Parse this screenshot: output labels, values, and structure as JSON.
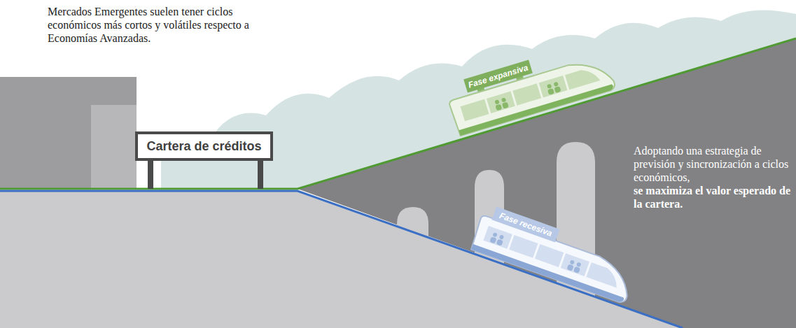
{
  "diagram": {
    "nodes": [
      {
        "text": [
          "Cartera de créditos"
        ]
      },
      {
        "text": [
          "Fase expansiva"
        ]
      },
      {
        "text": [
          "Fase recesiva"
        ]
      }
    ],
    "labels": [
      "Mercados Emergentes suelen tener ciclos económicos más cortos y volátiles respecto a Economías Avanzadas.",
      "Adoptando una estrategia de previsión y sincronización a ciclos económicos,",
      "se maximiza el valor esperado de la cartera."
    ]
  }
}
